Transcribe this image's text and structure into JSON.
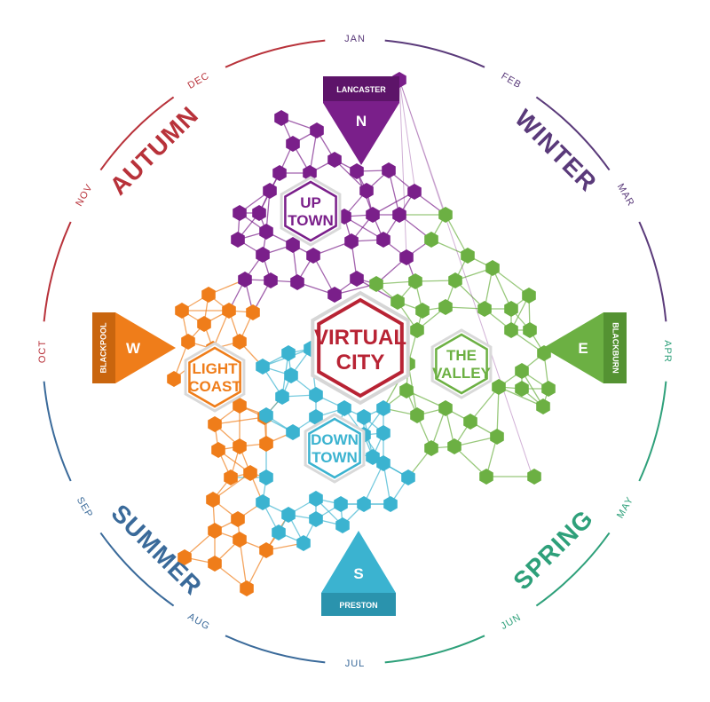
{
  "colors": {
    "purple": "#7a1f8a",
    "green": "#6cb043",
    "orange": "#ef7d1a",
    "blue": "#3bb3d0",
    "red": "#b82334",
    "autumn": "#b8323a",
    "winter": "#5a3a7a",
    "spring": "#2ea07a",
    "summer": "#3a6a9a"
  },
  "center": {
    "line1": "VIRTUAL",
    "line2": "CITY"
  },
  "districts": [
    {
      "id": "uptown",
      "line1": "UP",
      "line2": "TOWN",
      "color": "#7a1f8a"
    },
    {
      "id": "valley",
      "line1": "THE",
      "line2": "VALLEY",
      "color": "#6cb043"
    },
    {
      "id": "lightcoast",
      "line1": "LIGHT",
      "line2": "COAST",
      "color": "#ef7d1a"
    },
    {
      "id": "downtown",
      "line1": "DOWN",
      "line2": "TOWN",
      "color": "#3bb3d0"
    }
  ],
  "compass": [
    {
      "id": "north",
      "letter": "N",
      "city": "LANCASTER",
      "color": "#7a1f8a"
    },
    {
      "id": "east",
      "letter": "E",
      "city": "BLACKBURN",
      "color": "#6cb043"
    },
    {
      "id": "south",
      "letter": "S",
      "city": "PRESTON",
      "color": "#3bb3d0"
    },
    {
      "id": "west",
      "letter": "W",
      "city": "BLACKPOOL",
      "color": "#ef7d1a"
    }
  ],
  "months": [
    "JAN",
    "FEB",
    "MAR",
    "APR",
    "MAY",
    "JUN",
    "JUL",
    "AUG",
    "SEP",
    "OCT",
    "NOV",
    "DEC"
  ],
  "seasons": [
    {
      "id": "winter",
      "label": "WINTER",
      "color": "#5a3a7a"
    },
    {
      "id": "spring",
      "label": "SPRING",
      "color": "#2ea07a"
    },
    {
      "id": "summer",
      "label": "SUMMER",
      "color": "#3a6a9a"
    },
    {
      "id": "autumn",
      "label": "AUTUMN",
      "color": "#b8323a"
    }
  ]
}
